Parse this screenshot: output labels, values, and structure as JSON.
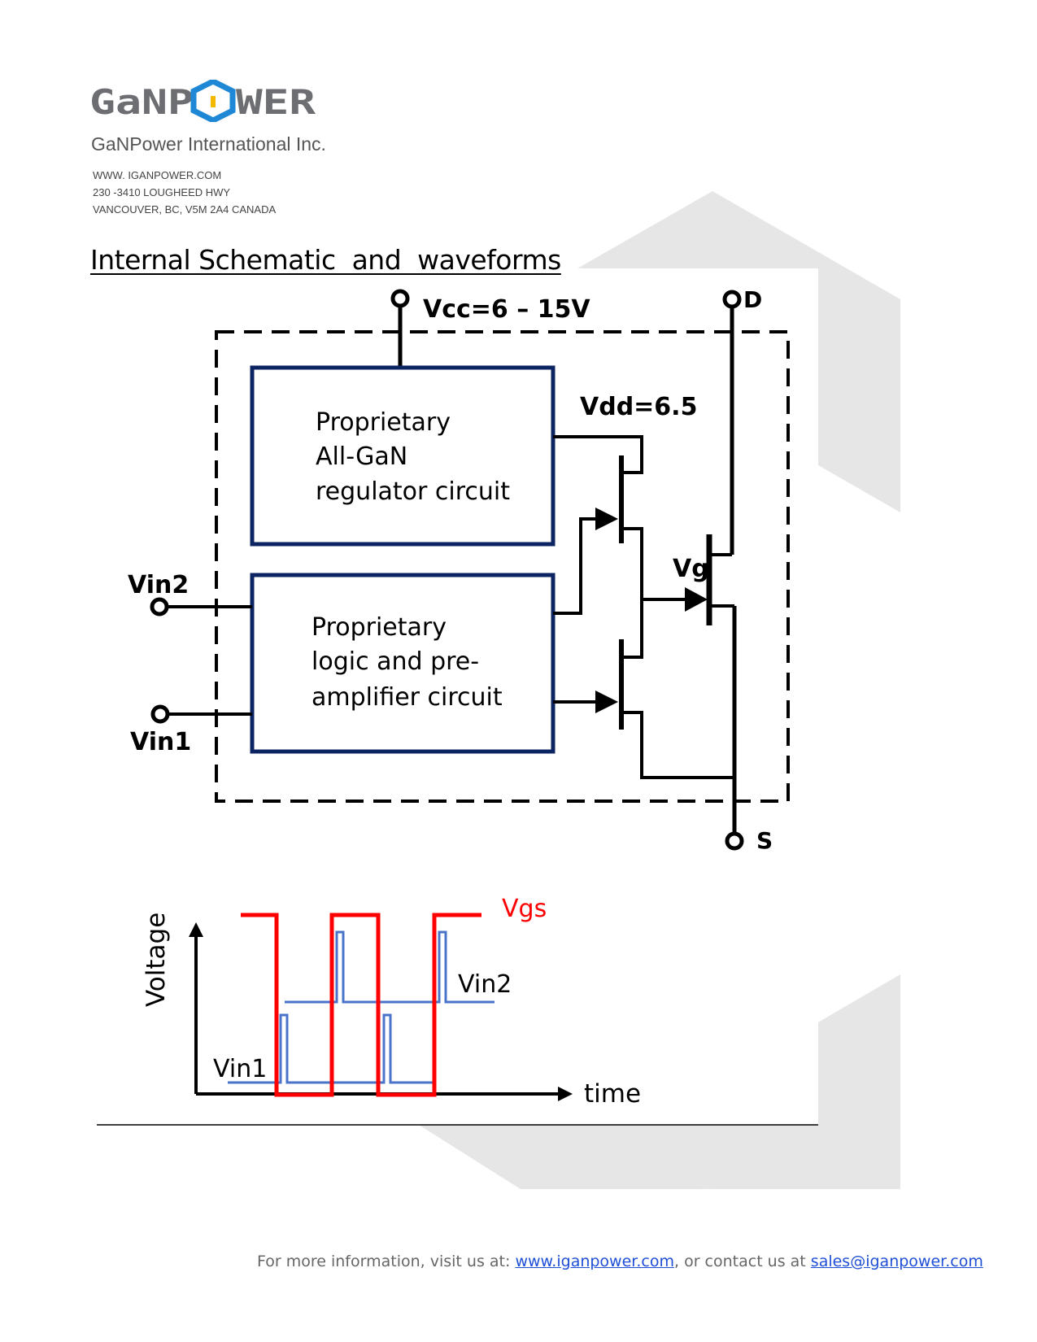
{
  "header": {
    "logo_text_left": "GaNP",
    "logo_text_right": "WER",
    "company_name": "GaNPower International Inc.",
    "address": [
      "WWW. IGANPOWER.COM",
      "230 -3410 LOUGHEED HWY",
      "VANCOUVER, BC, V5M 2A4 CANADA"
    ]
  },
  "section_title": "Internal Schematic  and  waveforms",
  "schematic": {
    "vcc_label": "Vcc=6 – 15V",
    "d_label": "D",
    "s_label": "S",
    "vdd_label": "Vdd=6.5",
    "vg_label": "Vg",
    "vin2_label": "Vin2",
    "vin1_label": "Vin1",
    "regulator_lines": [
      "Proprietary",
      "All-GaN",
      "regulator circuit"
    ],
    "logic_lines": [
      "Proprietary",
      "logic  and pre-",
      "amplifier circuit"
    ]
  },
  "waveform": {
    "y_axis_label": "Voltage",
    "x_axis_label": "time",
    "vgs_label": "Vgs",
    "vin2_label": "Vin2",
    "vin1_label": "Vin1",
    "colors": {
      "vgs": "#ff0000",
      "vin": "#4a74c9",
      "axis": "#000000"
    }
  },
  "footer": {
    "prefix": "For more information, visit us at: ",
    "website": "www.iganpower.com",
    "middle": ", or contact us at ",
    "email": "sales@iganpower.com"
  },
  "colors": {
    "logo_gray": "#6d6e71",
    "logo_blue": "#1e88d6",
    "logo_yellow": "#f5b800",
    "box_border": "#0c2461",
    "bg_hex": "#e6e6e6"
  }
}
